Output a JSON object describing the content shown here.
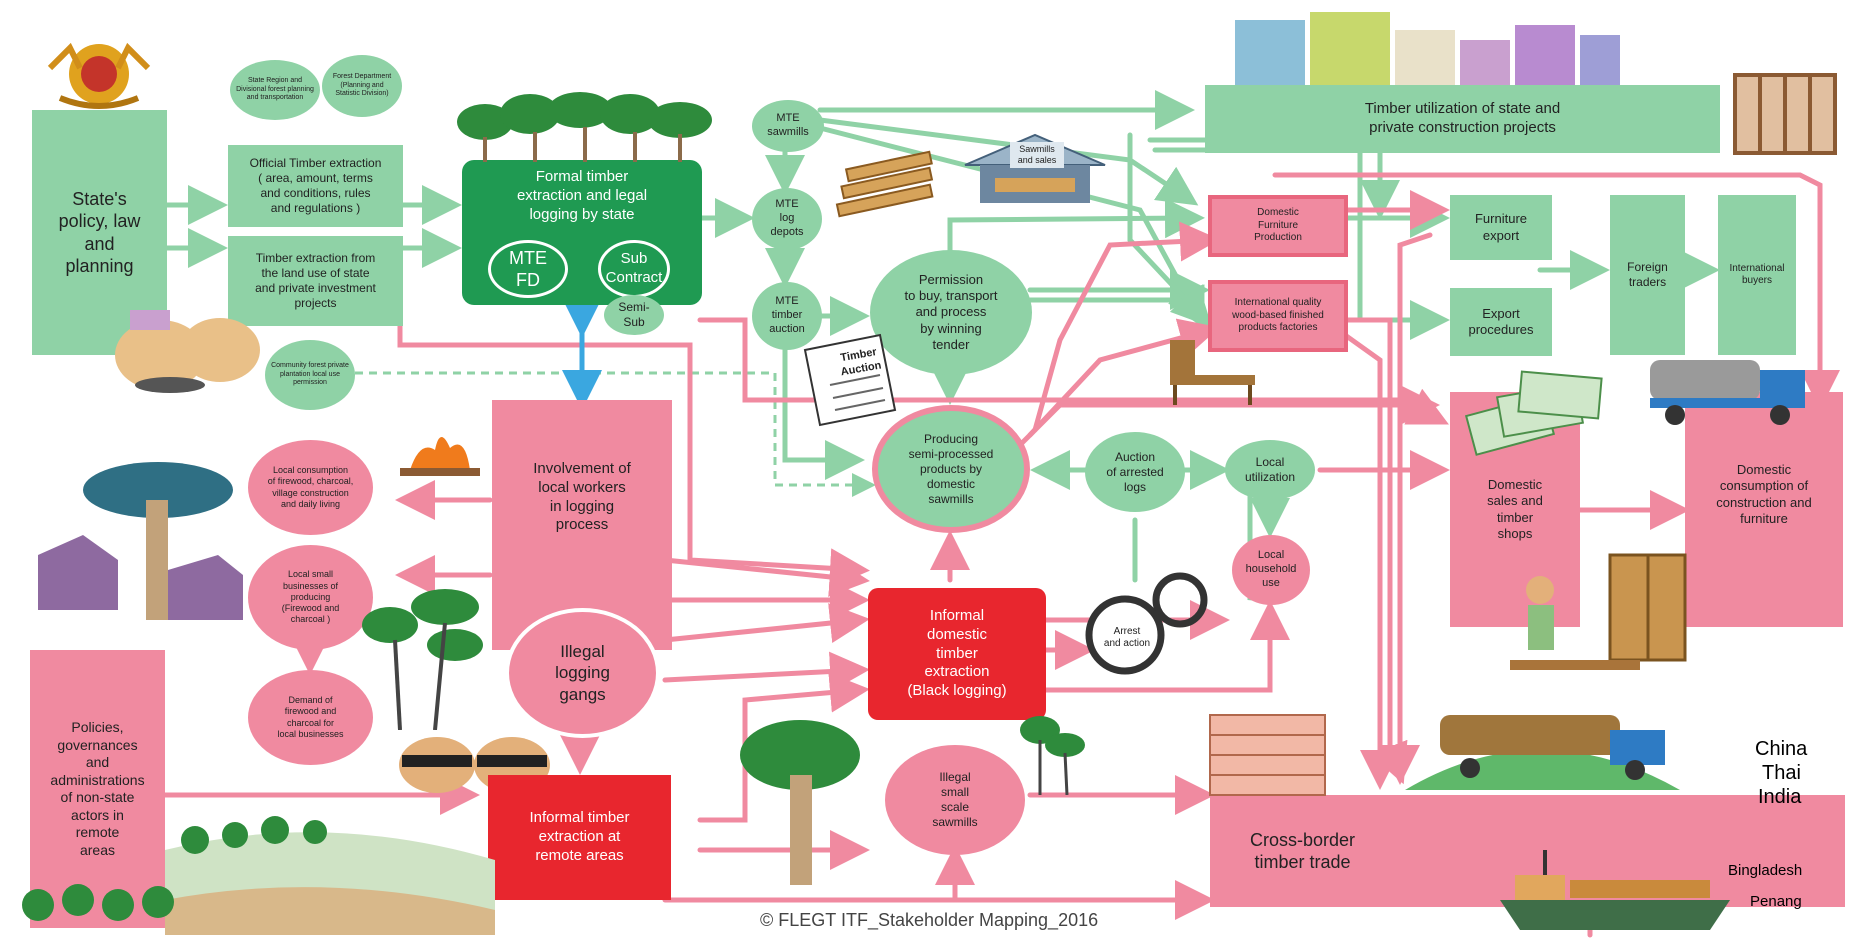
{
  "nodes": {
    "state_policy": "State's\npolicy, law\nand\nplanning",
    "state_region": "State Region and Divisional forest planning and transportation",
    "forest_dept": "Forest Department (Planning and Statistic Division)",
    "official_extraction": "Official Timber extraction\n( area, amount, terms\nand conditions, rules\nand regulations )",
    "land_use_extraction": "Timber extraction from\nthe land use of state\nand private investment\nprojects",
    "formal_logging": "Formal timber\nextraction and legal\nlogging by state",
    "mte_fd": "MTE\nFD",
    "sub_contract": "Sub\nContract",
    "semi_sub": "Semi-\nSub",
    "mte_sawmills": "MTE\nsawmills",
    "mte_log_depots": "MTE\nlog\ndepots",
    "mte_timber_auction": "MTE\ntimber\nauction",
    "sawmills_sales": "Sawmills\nand sales",
    "timber_utilization": "Timber utilization of state and\nprivate construction projects",
    "domestic_furniture": "Domestic\nFurniture\nProduction",
    "intl_quality_wood": "International quality\nwood-based finished\nproducts factories",
    "furniture_export": "Furniture\nexport",
    "export_procedures": "Export\nprocedures",
    "foreign_traders": "Foreign\ntraders",
    "international_buyers": "International\nbuyers",
    "permission": "Permission\nto buy, transport\nand process\nby winning\ntender",
    "timber_auction_paper": "Timber\nAuction",
    "community_forest": "Community forest private plantation local use permission",
    "local_consumption": "Local consumption\nof firewood, charcoal,\nvillage construction\nand daily living",
    "local_small_business": "Local small\nbusinesses of\nproducing\n(Firewood and\ncharcoal )",
    "demand_firewood": "Demand of\nfirewood and\ncharcoal for\nlocal businesses",
    "involvement_workers": "Involvement of\nlocal workers\nin logging\nprocess",
    "illegal_gangs": "Illegal\nlogging\ngangs",
    "producing_semi": "Producing\nsemi-processed\nproducts by\ndomestic\nsawmills",
    "auction_arrested": "Auction\nof arrested\nlogs",
    "local_utilization": "Local\nutilization",
    "local_household": "Local\nhousehold\nuse",
    "arrest_action": "Arrest\nand action",
    "informal_domestic": "Informal\ndomestic\ntimber\nextraction\n(Black logging)",
    "domestic_sales": "Domestic\nsales and\ntimber\nshops",
    "domestic_consumption": "Domestic\nconsumption of\nconstruction and\nfurniture",
    "policies_nonstate": "Policies,\ngovernances\nand\nadministrations\nof non-state\nactors in\nremote\nareas",
    "informal_remote": "Informal timber\nextraction at\nremote areas",
    "illegal_small_sawmills": "Illegal\nsmall\nscale\nsawmills",
    "cross_border": "Cross-border\ntimber trade"
  },
  "destinations": {
    "china": "China",
    "thai": "Thai",
    "india": "India",
    "bangladesh": "Bingladesh",
    "penang": "Penang"
  },
  "footer": {
    "copyright": "© FLEGT ITF_Stakeholder Mapping_2016"
  },
  "colors": {
    "green": "#8fd2a6",
    "dark_green": "#1f9a52",
    "pink": "#f08aa0",
    "red": "#e8262e",
    "blue_arrow": "#3aa7e0"
  }
}
